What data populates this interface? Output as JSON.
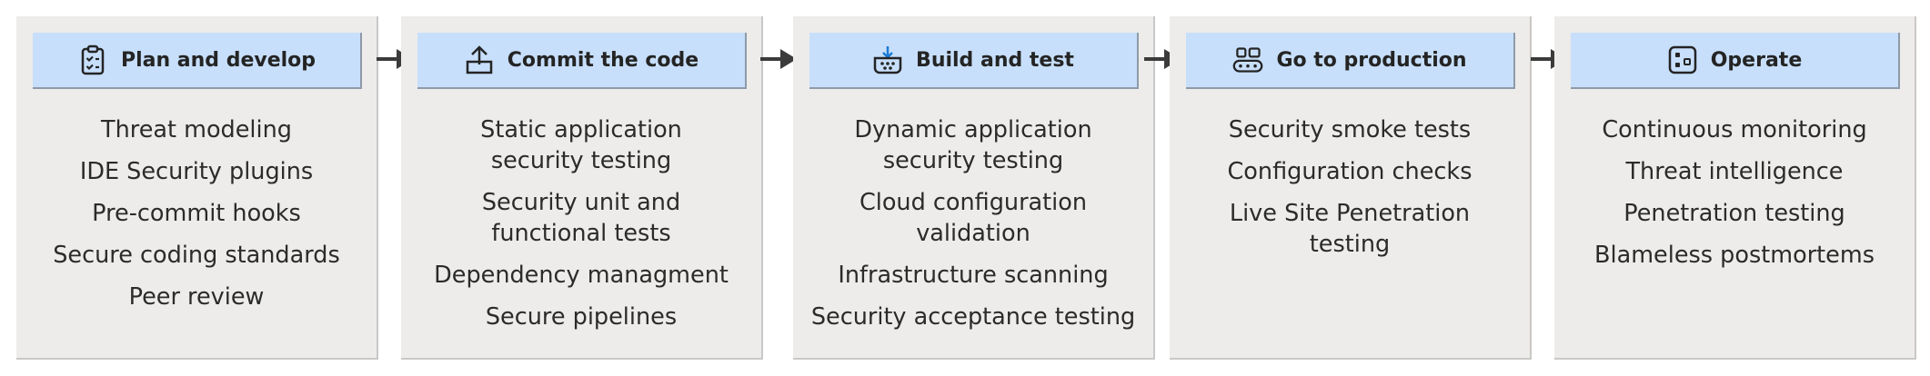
{
  "stages": [
    {
      "title": "Plan and develop",
      "icon": "clipboard-checklist-icon",
      "items": [
        "Threat modeling",
        "IDE Security plugins",
        "Pre-commit hooks",
        "Secure coding standards",
        "Peer review"
      ]
    },
    {
      "title": "Commit the code",
      "icon": "upload-icon",
      "items": [
        "Static application\nsecurity testing",
        "Security unit and\nfunctional tests",
        "Dependency managment",
        "Secure pipelines"
      ]
    },
    {
      "title": "Build and test",
      "icon": "build-tray-icon",
      "items": [
        "Dynamic application\nsecurity testing",
        "Cloud configuration\nvalidation",
        "Infrastructure scanning",
        "Security acceptance testing"
      ]
    },
    {
      "title": "Go to production",
      "icon": "conveyor-icon",
      "items": [
        "Security smoke tests",
        "Configuration checks",
        "Live Site Penetration\ntesting"
      ]
    },
    {
      "title": "Operate",
      "icon": "monitor-dashboard-icon",
      "items": [
        "Continuous monitoring",
        "Threat intelligence",
        "Penetration testing",
        "Blameless postmortems"
      ]
    }
  ],
  "colors": {
    "panel_bg": "#edecea",
    "header_bg": "#c7dffb",
    "arrow": "#3b3b3b",
    "icon_accent": "#1a7ad4"
  }
}
